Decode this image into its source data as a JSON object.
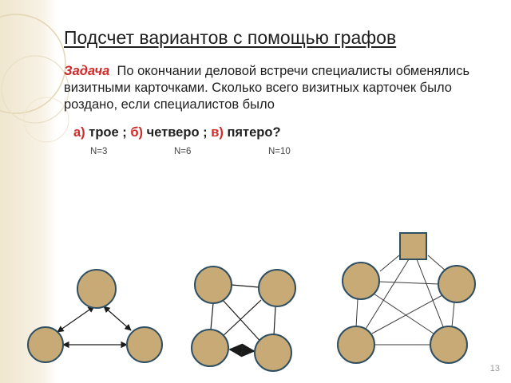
{
  "title": "Подсчет вариантов с помощью графов",
  "problem": {
    "label": "Задача",
    "text": "По окончании деловой встречи специалисты обменялись визитными карточками. Сколько всего визитных карточек было роздано, если специалистов было"
  },
  "cases": {
    "a_label": "а)",
    "a_text": "трое ;",
    "b_label": "б)",
    "b_text": "четверо ;",
    "c_label": "в)",
    "c_text": "пятеро?"
  },
  "answers": {
    "a": "N=3",
    "b": "N=6",
    "c": "N=10"
  },
  "slide_number": "13",
  "colors": {
    "node_fill": "#c8aa76",
    "node_stroke": "#2f4f63",
    "accent_red": "#d12a2a"
  }
}
